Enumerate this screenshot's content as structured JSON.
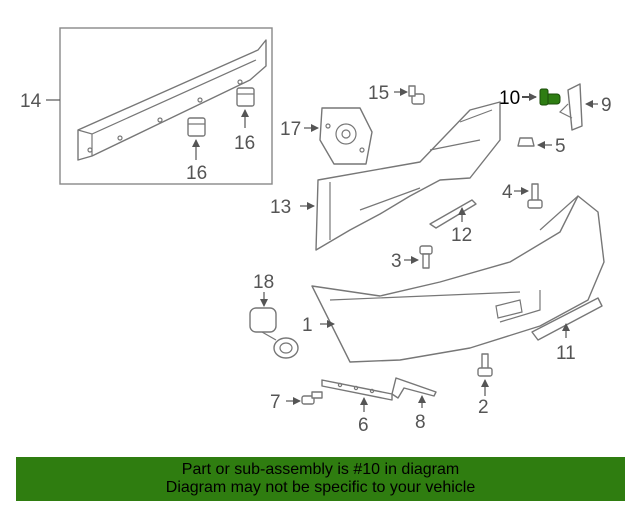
{
  "diagram": {
    "highlight_part": "10",
    "highlight_color": "#2e7d12",
    "callouts": {
      "c1": "1",
      "c2": "2",
      "c3": "3",
      "c4": "4",
      "c5": "5",
      "c6": "6",
      "c7": "7",
      "c8": "8",
      "c9": "9",
      "c10": "10",
      "c11": "11",
      "c12": "12",
      "c13": "13",
      "c14": "14",
      "c15": "15",
      "c16a": "16",
      "c16b": "16",
      "c17": "17",
      "c18": "18"
    }
  },
  "banner": {
    "line1": "Part or sub-assembly is #10 in diagram",
    "line2": "Diagram may not be specific to your vehicle",
    "background": "#2f7d10"
  }
}
